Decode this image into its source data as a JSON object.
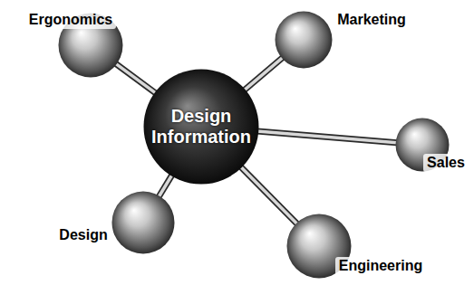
{
  "diagram": {
    "nodes": [
      {
        "text": [
          "Design Information"
        ]
      },
      {
        "text": [
          "Ergonomics"
        ]
      },
      {
        "text": [
          "Marketing"
        ]
      },
      {
        "text": [
          "Sales"
        ]
      },
      {
        "text": [
          "Engineering"
        ]
      },
      {
        "text": [
          "Design"
        ]
      }
    ],
    "edges": [
      {
        "from": 0,
        "to": 1,
        "arrow": "none"
      },
      {
        "from": 0,
        "to": 2,
        "arrow": "none"
      },
      {
        "from": 0,
        "to": 3,
        "arrow": "none"
      },
      {
        "from": 0,
        "to": 4,
        "arrow": "none"
      },
      {
        "from": 0,
        "to": 5,
        "arrow": "none"
      }
    ]
  }
}
